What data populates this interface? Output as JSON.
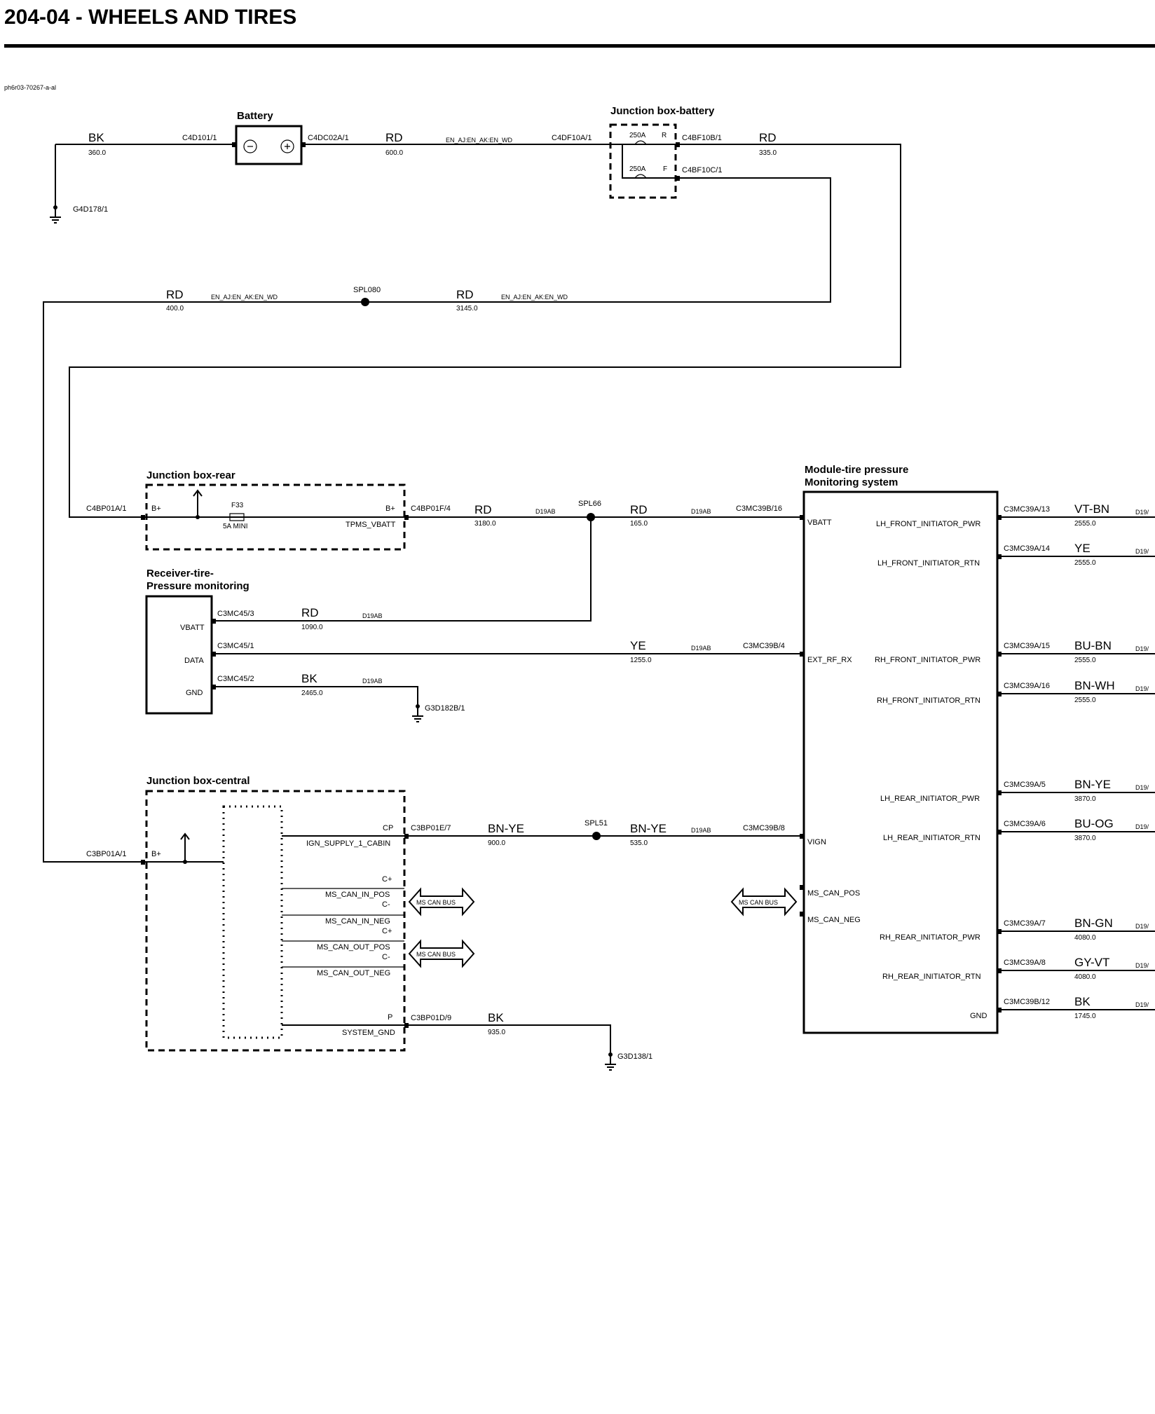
{
  "title": "204-04 - WHEELS AND TIRES",
  "figure_id": "ph6r03-70267-a-al",
  "components": {
    "battery": "Battery",
    "jb_battery": "Junction box-battery",
    "jb_rear": "Junction box-rear",
    "receiver_l1": "Receiver-tire-",
    "receiver_l2": "Pressure monitoring",
    "jb_central": "Junction box-central",
    "module_l1": "Module-tire pressure",
    "module_l2": "Monitoring system"
  },
  "wire_colors": {
    "bk": "BK",
    "rd": "RD",
    "ye": "YE",
    "bn_ye": "BN-YE",
    "vt_bn": "VT-BN",
    "bu_bn": "BU-BN",
    "bn_wh": "BN-WH",
    "bu_og": "BU-OG",
    "bn_gn": "BN-GN",
    "gy_vt": "GY-VT"
  },
  "lengths": {
    "l360": "360.0",
    "l600": "600.0",
    "l335": "335.0",
    "l400": "400.0",
    "l3145": "3145.0",
    "l3180": "3180.0",
    "l165": "165.0",
    "l1090": "1090.0",
    "l1255": "1255.0",
    "l2465": "2465.0",
    "l900": "900.0",
    "l535": "535.0",
    "l935": "935.0",
    "l2555": "2555.0",
    "l3870": "3870.0",
    "l4080": "4080.0",
    "l1745": "1745.0"
  },
  "connectors": {
    "c4d101": "C4D101/1",
    "c4dc02a": "C4DC02A/1",
    "c4df10a": "C4DF10A/1",
    "c4bf10b": "C4BF10B/1",
    "c4bf10c": "C4BF10C/1",
    "g4d178": "G4D178/1",
    "c4bp01a": "C4BP01A/1",
    "c4bp01f": "C4BP01F/4",
    "c3mc39b16": "C3MC39B/16",
    "c3mc45_3": "C3MC45/3",
    "c3mc45_1": "C3MC45/1",
    "c3mc45_2": "C3MC45/2",
    "c3mc39b4": "C3MC39B/4",
    "g3d182b": "G3D182B/1",
    "c3bp01a": "C3BP01A/1",
    "c3bp01e": "C3BP01E/7",
    "c3mc39b8": "C3MC39B/8",
    "c3bp01d": "C3BP01D/9",
    "g3d138": "G3D138/1",
    "c3mc39a13": "C3MC39A/13",
    "c3mc39a14": "C3MC39A/14",
    "c3mc39a15": "C3MC39A/15",
    "c3mc39a16": "C3MC39A/16",
    "c3mc39a5": "C3MC39A/5",
    "c3mc39a6": "C3MC39A/6",
    "c3mc39a7": "C3MC39A/7",
    "c3mc39a8": "C3MC39A/8",
    "c3mc39b12": "C3MC39B/12"
  },
  "splices": {
    "spl080": "SPL080",
    "spl66": "SPL66",
    "spl51": "SPL51"
  },
  "harness": {
    "en": "EN_AJ:EN_AK:EN_WD",
    "d19ab": "D19AB",
    "d19": "D19/"
  },
  "fuses": {
    "f250": "250A",
    "r": "R",
    "f": "F",
    "f33": "F33",
    "mini": "5A MINI"
  },
  "pins": {
    "bplus": "B+",
    "tpms_vbatt": "TPMS_VBATT",
    "vbatt": "VBATT",
    "data": "DATA",
    "gnd": "GND",
    "cp": "CP",
    "ign": "IGN_SUPPLY_1_CABIN",
    "cplus": "C+",
    "cminus": "C-",
    "ms_in_pos": "MS_CAN_IN_POS",
    "ms_in_neg": "MS_CAN_IN_NEG",
    "ms_out_pos": "MS_CAN_OUT_POS",
    "ms_out_neg": "MS_CAN_OUT_NEG",
    "p": "P",
    "sys_gnd": "SYSTEM_GND",
    "m_vbatt": "VBATT",
    "ext_rf_rx": "EXT_RF_RX",
    "vign": "VIGN",
    "ms_can_pos": "MS_CAN_POS",
    "ms_can_neg": "MS_CAN_NEG",
    "lh_f_pwr": "LH_FRONT_INITIATOR_PWR",
    "lh_f_rtn": "LH_FRONT_INITIATOR_RTN",
    "rh_f_pwr": "RH_FRONT_INITIATOR_PWR",
    "rh_f_rtn": "RH_FRONT_INITIATOR_RTN",
    "lh_r_pwr": "LH_REAR_INITIATOR_PWR",
    "lh_r_rtn": "LH_REAR_INITIATOR_RTN",
    "rh_r_pwr": "RH_REAR_INITIATOR_PWR",
    "rh_r_rtn": "RH_REAR_INITIATOR_RTN",
    "m_gnd": "GND"
  },
  "bus": {
    "ms_can_bus": "MS CAN BUS"
  }
}
